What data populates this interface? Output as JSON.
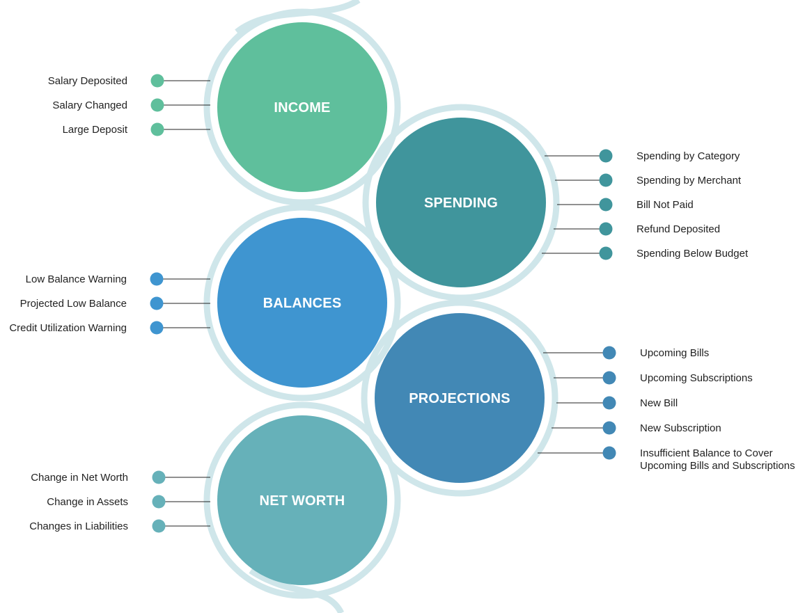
{
  "colors": {
    "ribbon": "#cfe6ea",
    "connector": "#222222",
    "text": "#222222",
    "title_text": "#ffffff"
  },
  "categories": [
    {
      "id": "income",
      "title": "INCOME",
      "color": "#5fbf9c",
      "side": "left",
      "items": [
        "Salary Deposited",
        "Salary Changed",
        "Large Deposit"
      ]
    },
    {
      "id": "spending",
      "title": "SPENDING",
      "color": "#40959c",
      "side": "right",
      "items": [
        "Spending by Category",
        "Spending by Merchant",
        "Bill Not Paid",
        "Refund Deposited",
        "Spending Below Budget"
      ]
    },
    {
      "id": "balances",
      "title": "BALANCES",
      "color": "#3f95d0",
      "side": "left",
      "items": [
        "Low Balance Warning",
        "Projected Low Balance",
        "Credit Utilization Warning"
      ]
    },
    {
      "id": "projections",
      "title": "PROJECTIONS",
      "color": "#4288b5",
      "side": "right",
      "items": [
        "Upcoming Bills",
        "Upcoming Subscriptions",
        "New Bill",
        "New Subscription",
        "Insufficient Balance to Cover\nUpcoming Bills and Subscriptions"
      ]
    },
    {
      "id": "net-worth",
      "title": "NET WORTH",
      "color": "#66b1b9",
      "side": "left",
      "items": [
        "Change in Net Worth",
        "Change in Assets",
        "Changes in Liabilities"
      ]
    }
  ]
}
